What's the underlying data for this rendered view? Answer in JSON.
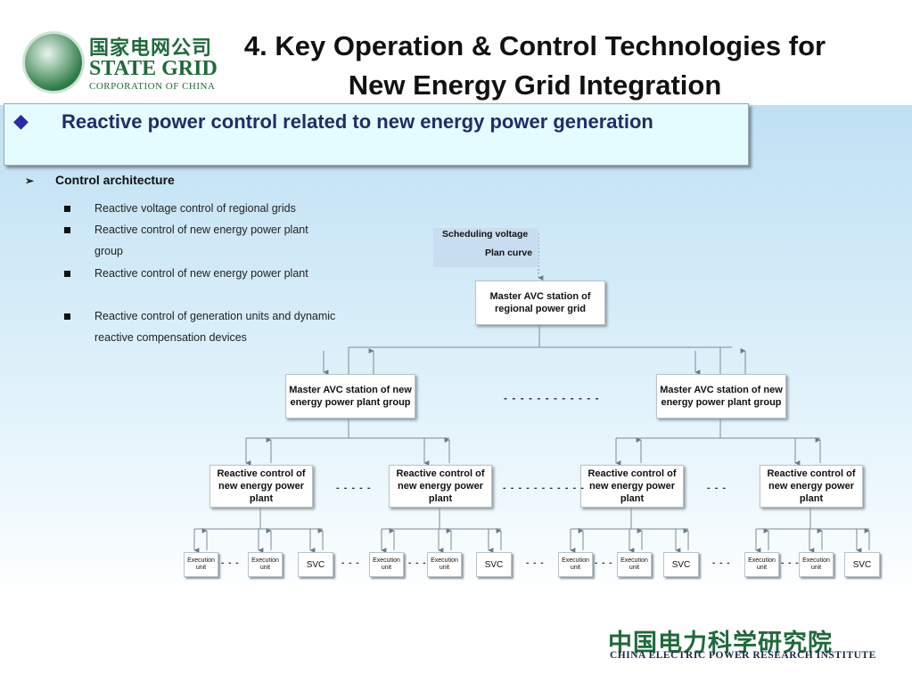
{
  "logo": {
    "chinese": "国家电网公司",
    "english": "STATE GRID",
    "subtitle": "CORPORATION OF CHINA"
  },
  "title": {
    "line1": "4. Key Operation & Control Technologies for",
    "line2": "New Energy Grid Integration"
  },
  "banner": {
    "bullet": "◆",
    "text": "Reactive power control related to new energy power generation"
  },
  "section": {
    "marker": "➢",
    "heading": "Control architecture",
    "items": [
      "Reactive voltage control of regional grids",
      "Reactive control of new energy power plant group",
      "Reactive control of new energy power plant",
      "Reactive control of generation units and dynamic reactive compensation devices"
    ]
  },
  "diagram": {
    "schedule_line1": "Scheduling voltage",
    "schedule_line2": "Plan curve",
    "top": "Master AVC station of regional power grid",
    "groups": [
      "Master AVC station of new energy power plant group",
      "Master AVC station of new energy power plant group"
    ],
    "plants": [
      "Reactive control of new energy power plant",
      "Reactive control of new energy power plant",
      "Reactive control of new energy power plant",
      "Reactive control of new energy power plant"
    ],
    "exec_label": "Execution unit",
    "svc_label": "SVC",
    "ellipsis_long": "- - - - - - - - - - - -",
    "ellipsis_mid": "- - - - - - - - - - -",
    "ellipsis_short": "- - - - -",
    "ellipsis_small": "- - -"
  },
  "footer": {
    "chinese": "中国电力科学研究院",
    "english": "CHINA ELECTRIC POWER RESEARCH INSTITUTE"
  },
  "colors": {
    "brand_green": "#1f6a3b",
    "banner_fill": "#e4fcff",
    "banner_text": "#1f2d6a",
    "connector": "#7a8a96"
  }
}
